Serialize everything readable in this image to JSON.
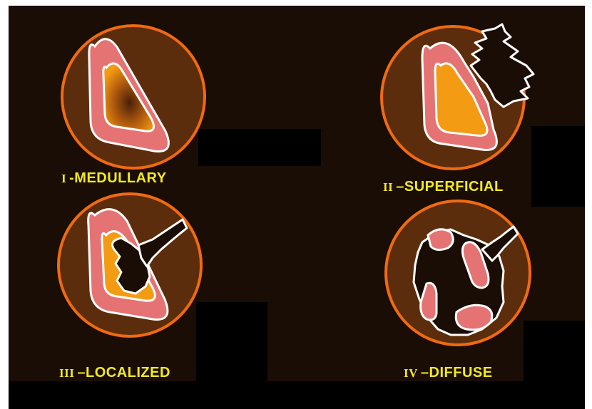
{
  "colors": {
    "background": "#1a0d06",
    "bone_disc": "#5c2d0c",
    "disc_ring": "#f06a12",
    "cortex": "#e57373",
    "outline": "#ffffff",
    "medulla": "#f39b12",
    "caption": "#f2ea1c"
  },
  "panels": [
    {
      "roman": "I",
      "label": "-MEDULLARY"
    },
    {
      "roman": "II",
      "label": "–SUPERFICIAL"
    },
    {
      "roman": "III",
      "label": "–LOCALIZED"
    },
    {
      "roman": "IV",
      "label": "–DIFFUSE"
    }
  ]
}
